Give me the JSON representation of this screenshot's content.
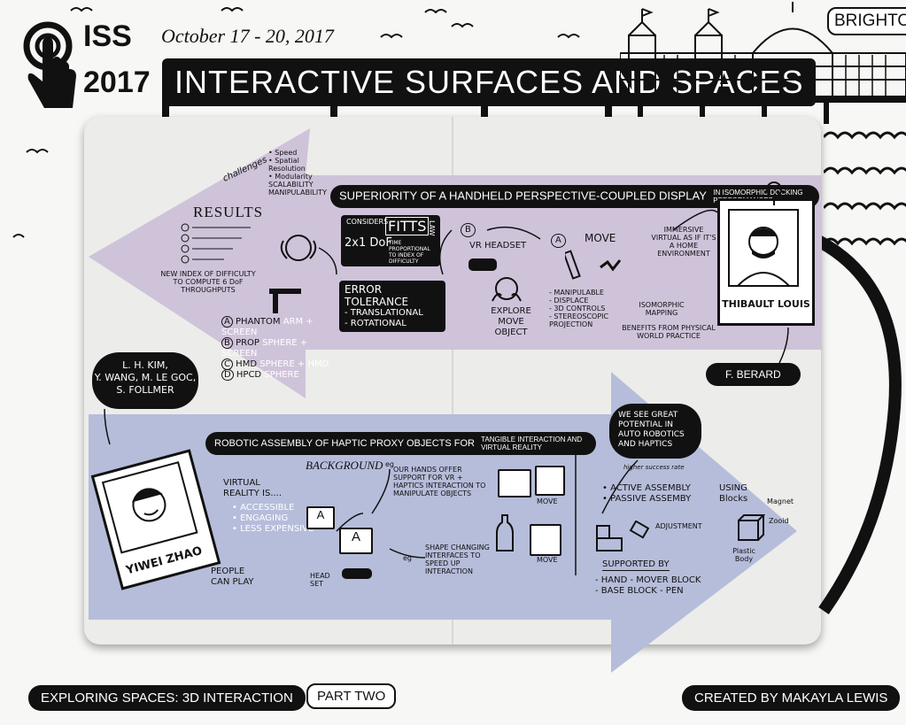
{
  "header": {
    "logo_line1": "ISS",
    "logo_line2": "2017",
    "date": "October 17 - 20, 2017",
    "title": "INTERACTIVE SURFACES AND SPACES",
    "city": "BRIGHTON"
  },
  "top_arrow": {
    "title": "SUPERIORITY OF A HANDHELD PERSPECTIVE-COUPLED DISPLAY",
    "title_note": "IN ISOMORPHIC DOCKING PERFORMANCES",
    "challenges_label": "challenges",
    "challenges": [
      "• Speed",
      "• Spatial",
      "Resolution",
      "• Modularity",
      "SCALABILITY",
      "MANIPULABILITY"
    ],
    "results_label": "RESULTS",
    "results_note": "NEW INDEX OF DIFFICULTY TO COMPUTE 6 DoF THROUGHPUTS",
    "considers": "CONSIDERS",
    "fitts": "FITTS",
    "law": "LAW",
    "dof": "2x1 DoF",
    "dof_note": "TIME PROPORTIONAL TO INDEX OF DIFFICULTY",
    "error_title": "ERROR TOLERANCE",
    "error_items": [
      "- TRANSLATIONAL",
      "- ROTATIONAL"
    ],
    "conditions": [
      {
        "letter": "A",
        "name": "PHANTOM",
        "desc": "ARM + SCREEN"
      },
      {
        "letter": "B",
        "name": "PROP",
        "desc": "SPHERE + SCREEN"
      },
      {
        "letter": "C",
        "name": "HMD",
        "desc": "SPHERE + HMD"
      },
      {
        "letter": "D",
        "name": "HPCD",
        "desc": "SPHERE"
      }
    ],
    "b_marker": "B",
    "vr_headset": "VR HEADSET",
    "explore": "EXPLORE MOVE OBJECT",
    "a_marker": "A",
    "move": "MOVE",
    "features": [
      "- MANIPULABLE",
      "- DISPLACE",
      "- 3D CONTROLS",
      "- STEREOSCOPIC PROJECTION"
    ],
    "immersive": "IMMERSIVE VIRTUAL AS IF IT'S A HOME ENVIRONMENT",
    "isomorphic": "ISOMORPHIC MAPPING",
    "benefits": "BENEFITS FROM PHYSICAL WORLD PRACTICE",
    "speaker": "THIBAULT LOUIS",
    "coauthor": "F. BERARD"
  },
  "bottom_arrow": {
    "authors": [
      "L. H. KIM,",
      "Y. WANG, M. LE GOC,",
      "S. FOLLMER"
    ],
    "title": "ROBOTIC ASSEMBLY OF HAPTIC PROXY OBJECTS FOR",
    "title_note": "TANGIBLE INTERACTION AND VIRTUAL REALITY",
    "speaker": "YIWEI ZHAO",
    "background": "BACKGROUND",
    "vr_is": "VIRTUAL REALITY IS....",
    "vr_items": [
      "• ACCESSIBLE",
      "• ENGAGING",
      "• LESS EXPENSIVE"
    ],
    "people": "PEOPLE CAN PLAY",
    "headset": "HEAD SET",
    "a_label": "A",
    "eg1": "eg",
    "hands_note": "OUR HANDS OFFER SUPPORT FOR VR + HAPTICS INTERACTION TO MANIPULATE OBJECTS",
    "move1": "MOVE",
    "eg2": "eg",
    "shape_note": "SHAPE CHANGING INTERFACES TO SPEED UP INTERACTION",
    "move2": "MOVE",
    "potential": "WE SEE GREAT POTENTIAL IN AUTO ROBOTICS AND HAPTICS",
    "higher_rate": "higher success rate",
    "assembly": [
      "• ACTIVE ASSEMBLY",
      "• PASSIVE ASSEMBY"
    ],
    "using_blocks": "USING Blocks",
    "magnet": "Magnet",
    "zooid": "Zooid",
    "adjustment": "ADJUSTMENT",
    "plastic_body": "Plastic Body",
    "supported_by": "SUPPORTED BY",
    "support_items": [
      "- HAND - MOVER BLOCK",
      "- BASE BLOCK - PEN"
    ]
  },
  "footer": {
    "session": "EXPLORING SPACES: 3D INTERACTION",
    "part": "PART TWO",
    "credit": "CREATED BY MAKAYLA LEWIS"
  },
  "colors": {
    "lavender": "#cfc3da",
    "periwinkle": "#b6bdda",
    "ink": "#111111",
    "paper": "#ececea"
  }
}
